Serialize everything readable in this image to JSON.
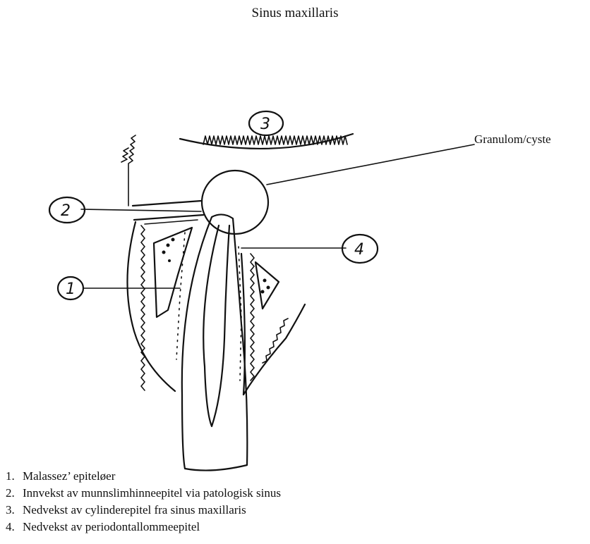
{
  "title": "Sinus maxillaris",
  "callouts": {
    "granulom": "Granulom/cyste",
    "c1": "1",
    "c2": "2",
    "c3": "3",
    "c4": "4"
  },
  "legend": [
    {
      "num": "1.",
      "text": "Malassez’ epiteløer"
    },
    {
      "num": "2.",
      "text": "Innvekst av munnslimhinneepitel via patologisk sinus"
    },
    {
      "num": "3.",
      "text": "Nedvekst av cylinderepitel fra sinus maxillaris"
    },
    {
      "num": "4.",
      "text": "Nedvekst av periodontallommeepitel"
    }
  ]
}
